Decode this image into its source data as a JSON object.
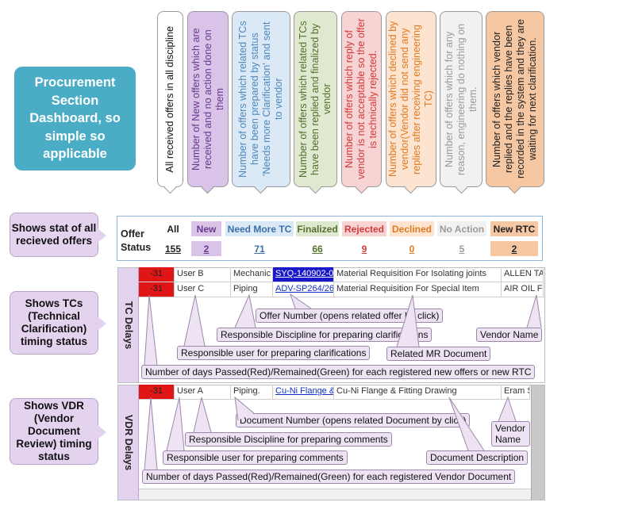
{
  "title": "Procurement Section Dashboard, so simple so applicable",
  "top_callouts": [
    {
      "key": "all",
      "text": "All received offers in all discipline",
      "bg": "#ffffff",
      "color": "#111111"
    },
    {
      "key": "new",
      "text": "Number of New offers which are received and no action done on them",
      "bg": "#d9c3e8",
      "color": "#6a3a8c"
    },
    {
      "key": "needmore",
      "text": "Number of offers which related TCs have been prepared by status 'Needs more Clarification' and sent to vendor",
      "bg": "#dbe9f6",
      "color": "#4e88bd"
    },
    {
      "key": "finalized",
      "text": "Number of offers which related TCs have been replied and finalized by vendor",
      "bg": "#dfe9cf",
      "color": "#55702e"
    },
    {
      "key": "rejected",
      "text": "Number of offers which reply of vendor is not acceptable so the offer is technically rejected.",
      "bg": "#f8d3d3",
      "color": "#d23a3a"
    },
    {
      "key": "declined",
      "text": "Number of offers which declined by vendor(Vendor did not send any replies after receiving engineering TC)",
      "bg": "#fde4d0",
      "color": "#e07a22"
    },
    {
      "key": "noaction",
      "text": "Number of offers which for any reason, engineering do nothing on them.",
      "bg": "#f1f1f1",
      "color": "#9a9a9a"
    },
    {
      "key": "newrtc",
      "text": "Number of offers which vendor replied and the replies have been recorded in the system and they are waiting for next clarification.",
      "bg": "#f6c7a3",
      "color": "#222222"
    }
  ],
  "left_callouts": {
    "stat": "Shows stat of all recieved offers",
    "tc": "Shows TCs (Technical Clarification) timing status",
    "vdr": "Shows VDR (Vendor Document Review) timing status"
  },
  "offer_status": {
    "label": "Offer Status",
    "items": [
      {
        "key": "all",
        "label": "All",
        "value": "155",
        "bg": "#ffffff",
        "color": "#111111"
      },
      {
        "key": "new",
        "label": "New",
        "value": "2",
        "bg": "#d9c3e8",
        "color": "#6a3a8c"
      },
      {
        "key": "needmore",
        "label": "Need More TC",
        "value": "71",
        "bg": "#dbe9f6",
        "color": "#3b6fa8"
      },
      {
        "key": "finalized",
        "label": "Finalized",
        "value": "66",
        "bg": "#dfe9cf",
        "color": "#55702e"
      },
      {
        "key": "rejected",
        "label": "Rejected",
        "value": "9",
        "bg": "#f8d3d3",
        "color": "#d23a3a"
      },
      {
        "key": "declined",
        "label": "Declined",
        "value": "0",
        "bg": "#fde4d0",
        "color": "#e07a22"
      },
      {
        "key": "noaction",
        "label": "No Action",
        "value": "5",
        "bg": "#f1f1f1",
        "color": "#9a9a9a"
      },
      {
        "key": "newrtc",
        "label": "New RTC",
        "value": "2",
        "bg": "#f6c7a3",
        "color": "#222222"
      }
    ]
  },
  "tc_delays": {
    "label": "TC Delays",
    "rows": [
      {
        "days": "-31",
        "user": "User B",
        "discipline": "Mechanic",
        "offer": "SYQ-140902-0",
        "mr": "Material Requisition For Isolating joints",
        "vendor": "ALLEN TA"
      },
      {
        "days": "-31",
        "user": "User C",
        "discipline": "Piping",
        "offer": "ADV-SP264/26",
        "mr": "Material Requisition For Special Item",
        "vendor": "AIR OIL FI"
      }
    ],
    "annotations": {
      "offer": "Offer Number (opens related offer by click)",
      "discipline": "Responsible Discipline for preparing clarifications",
      "vendor": "Vendor Name",
      "user": "Responsible user for preparing clarifications",
      "mr": "Related MR Document",
      "days": "Number of days Passed(Red)/Remained(Green) for each registered new offers or new RTC"
    }
  },
  "vdr_delays": {
    "label": "VDR Delays",
    "rows": [
      {
        "days": "-31",
        "user": "User A",
        "discipline": "Piping.",
        "doc": "Cu-Ni Flange &",
        "desc": "Cu-Ni Flange & Fitting Drawing",
        "vendor": "Eram S"
      }
    ],
    "annotations": {
      "doc": "Document Number (opens related Document by click)",
      "discipline": "Responsible Discipline for preparing comments",
      "vendor": "Vendor Name",
      "user": "Responsible user for preparing comments",
      "desc": "Document Description",
      "days": "Number of days Passed(Red)/Remained(Green) for each registered Vendor Document"
    }
  }
}
